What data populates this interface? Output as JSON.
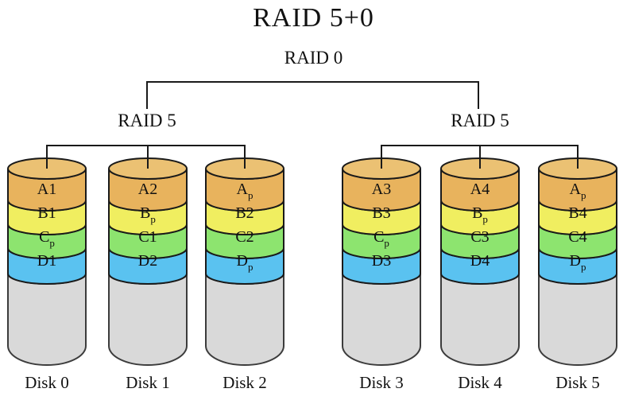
{
  "title": "RAID 5+0",
  "tree": {
    "raid0_label": "RAID 0",
    "raid5_left_label": "RAID 5",
    "raid5_right_label": "RAID 5"
  },
  "colors": {
    "cap": "#EBC173",
    "band_a": "#E8B35D",
    "band_b": "#F0EE60",
    "band_c": "#8DE46F",
    "band_d": "#5AC2F0",
    "body": "#D9D9D9"
  },
  "disks": [
    {
      "name": "Disk 0",
      "blocks": [
        {
          "label": "A1",
          "sub": ""
        },
        {
          "label": "B1",
          "sub": ""
        },
        {
          "label": "C",
          "sub": "p"
        },
        {
          "label": "D1",
          "sub": ""
        }
      ]
    },
    {
      "name": "Disk 1",
      "blocks": [
        {
          "label": "A2",
          "sub": ""
        },
        {
          "label": "B",
          "sub": "p"
        },
        {
          "label": "C1",
          "sub": ""
        },
        {
          "label": "D2",
          "sub": ""
        }
      ]
    },
    {
      "name": "Disk 2",
      "blocks": [
        {
          "label": "A",
          "sub": "p"
        },
        {
          "label": "B2",
          "sub": ""
        },
        {
          "label": "C2",
          "sub": ""
        },
        {
          "label": "D",
          "sub": "p"
        }
      ]
    },
    {
      "name": "Disk 3",
      "blocks": [
        {
          "label": "A3",
          "sub": ""
        },
        {
          "label": "B3",
          "sub": ""
        },
        {
          "label": "C",
          "sub": "p"
        },
        {
          "label": "D3",
          "sub": ""
        }
      ]
    },
    {
      "name": "Disk 4",
      "blocks": [
        {
          "label": "A4",
          "sub": ""
        },
        {
          "label": "B",
          "sub": "p"
        },
        {
          "label": "C3",
          "sub": ""
        },
        {
          "label": "D4",
          "sub": ""
        }
      ]
    },
    {
      "name": "Disk 5",
      "blocks": [
        {
          "label": "A",
          "sub": "p"
        },
        {
          "label": "B4",
          "sub": ""
        },
        {
          "label": "C4",
          "sub": ""
        },
        {
          "label": "D",
          "sub": "p"
        }
      ]
    }
  ]
}
